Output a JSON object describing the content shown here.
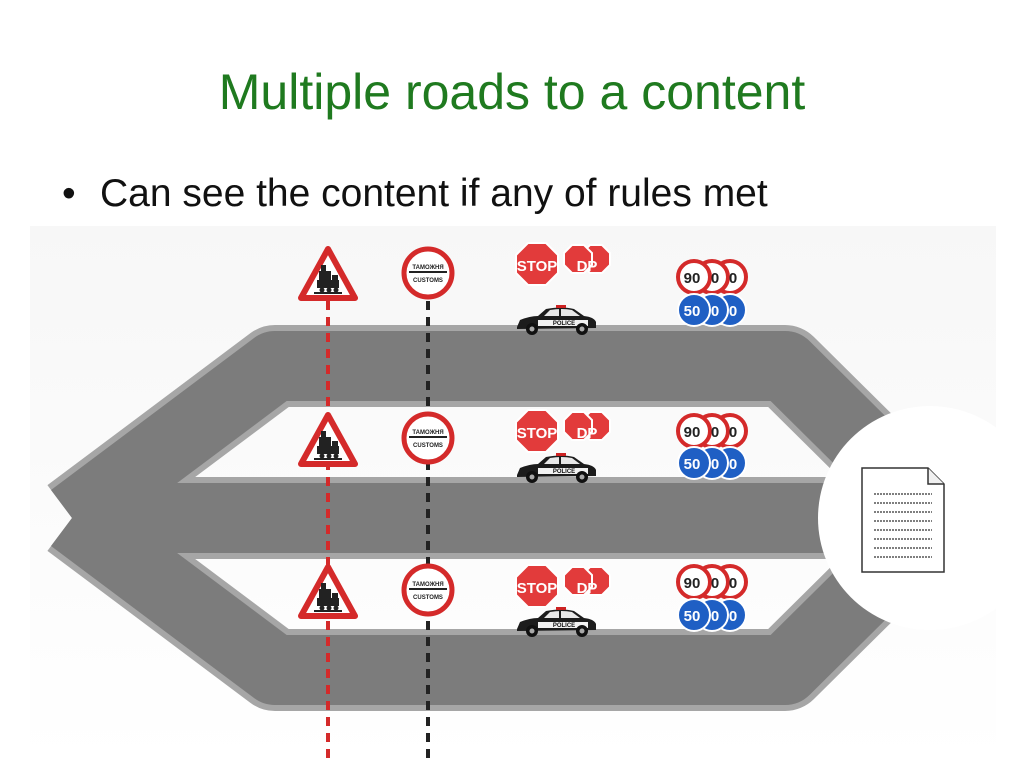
{
  "slide": {
    "title": "Multiple roads to a content",
    "bullets": [
      {
        "marker": "•",
        "text": "Can see the content if any of rules met"
      }
    ]
  },
  "diagram": {
    "colors": {
      "road": "#7a7a7a",
      "road_edge": "#9b9b9b",
      "title": "#1f7a1f",
      "sign_red": "#d42a2a",
      "sign_blue": "#1f5fc4",
      "stop_red": "#e23b3b"
    },
    "signs": {
      "customs_top": "ТАМОЖНЯ",
      "customs_bottom": "CUSTOMS",
      "stop": "STOP",
      "stop_tail": "DP",
      "speed_red": "90",
      "speed_blue": "50",
      "speed_tail": "0",
      "police": "POLICE"
    },
    "icons": [
      "railway-crossing-icon",
      "customs-sign-icon",
      "stop-sign-icon",
      "speed-limit-icon",
      "police-car-icon",
      "document-icon"
    ]
  }
}
